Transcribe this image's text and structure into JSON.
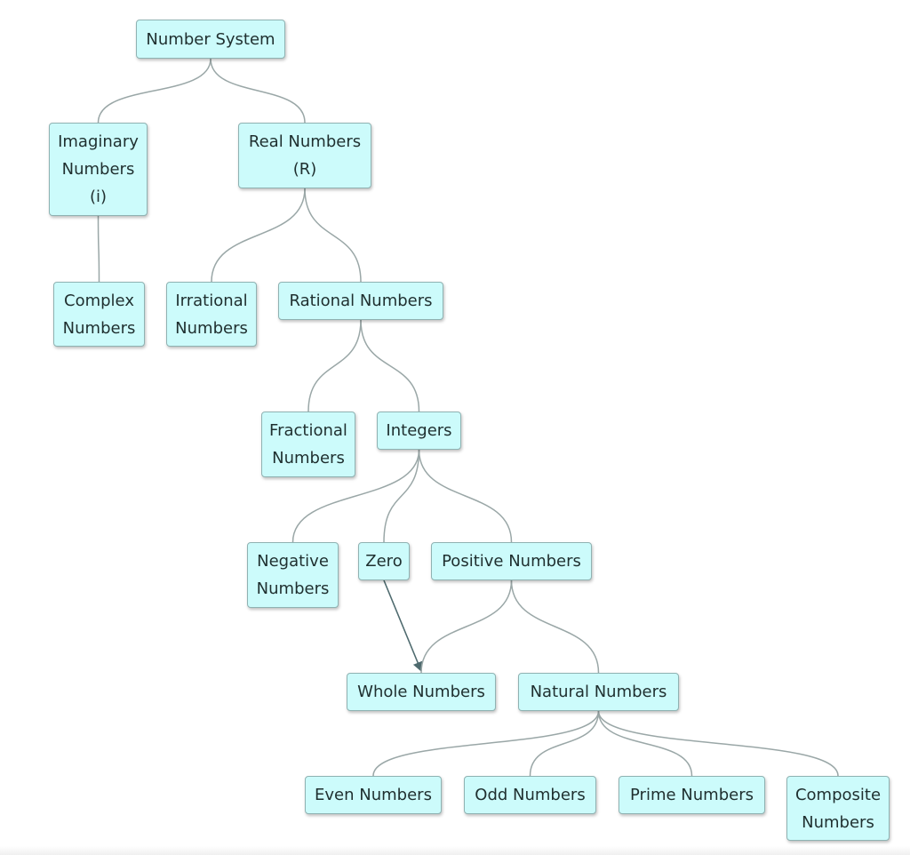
{
  "diagram": {
    "nodes": {
      "number_system": "Number System",
      "imaginary": "Imaginary\nNumbers\n(i)",
      "real": "Real Numbers\n(R)",
      "complex": "Complex\nNumbers",
      "irrational": "Irrational\nNumbers",
      "rational": "Rational Numbers",
      "fractional": "Fractional\nNumbers",
      "integers": "Integers",
      "negative": "Negative\nNumbers",
      "zero": "Zero",
      "positive": "Positive Numbers",
      "whole": "Whole Numbers",
      "natural": "Natural Numbers",
      "even": "Even Numbers",
      "odd": "Odd Numbers",
      "prime": "Prime Numbers",
      "composite": "Composite\nNumbers"
    },
    "edges": [
      {
        "from": "number_system",
        "to": "imaginary"
      },
      {
        "from": "number_system",
        "to": "real"
      },
      {
        "from": "imaginary",
        "to": "complex"
      },
      {
        "from": "real",
        "to": "irrational"
      },
      {
        "from": "real",
        "to": "rational"
      },
      {
        "from": "rational",
        "to": "fractional"
      },
      {
        "from": "rational",
        "to": "integers"
      },
      {
        "from": "integers",
        "to": "negative"
      },
      {
        "from": "integers",
        "to": "zero"
      },
      {
        "from": "integers",
        "to": "positive"
      },
      {
        "from": "zero",
        "to": "whole",
        "arrow": true
      },
      {
        "from": "positive",
        "to": "whole"
      },
      {
        "from": "positive",
        "to": "natural"
      },
      {
        "from": "natural",
        "to": "even"
      },
      {
        "from": "natural",
        "to": "odd"
      },
      {
        "from": "natural",
        "to": "prime"
      },
      {
        "from": "natural",
        "to": "composite"
      }
    ],
    "colors": {
      "node_fill": "#ccfbfb",
      "node_border": "#8fb2b2",
      "edge": "#9aa7a7",
      "arrow": "#4e6a6e",
      "text": "#1f2f2f"
    }
  }
}
